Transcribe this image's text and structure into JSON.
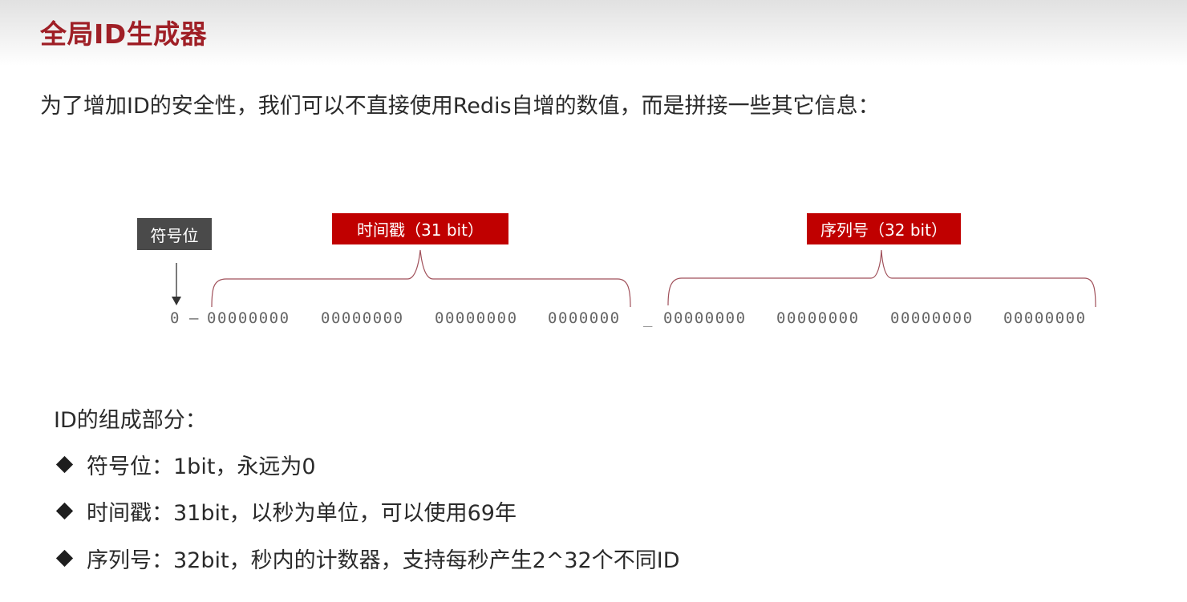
{
  "header": {
    "title": "全局ID生成器"
  },
  "intro": {
    "text": "为了增加ID的安全性，我们可以不直接使用Redis自增的数值，而是拼接一些其它信息："
  },
  "diagram": {
    "labels": {
      "sign": "符号位",
      "timestamp": "时间戳（31 bit）",
      "sequence": "序列号（32 bit）"
    },
    "colors": {
      "sign_tag_bg": "#4a4a4a",
      "field_tag_bg": "#c00000",
      "brace": "#a0505a"
    },
    "bits": {
      "sign_bit": "0",
      "separator_1": "–",
      "timestamp_groups": [
        "00000000",
        "00000000",
        "00000000",
        "0000000"
      ],
      "separator_2": "_",
      "sequence_groups": [
        "00000000",
        "00000000",
        "00000000",
        "00000000"
      ]
    }
  },
  "composition": {
    "heading": "ID的组成部分：",
    "items": [
      {
        "text": "符号位：1bit，永远为0"
      },
      {
        "text": "时间戳：31bit，以秒为单位，可以使用69年"
      },
      {
        "text": "序列号：32bit，秒内的计数器，支持每秒产生2^32个不同ID"
      }
    ]
  }
}
